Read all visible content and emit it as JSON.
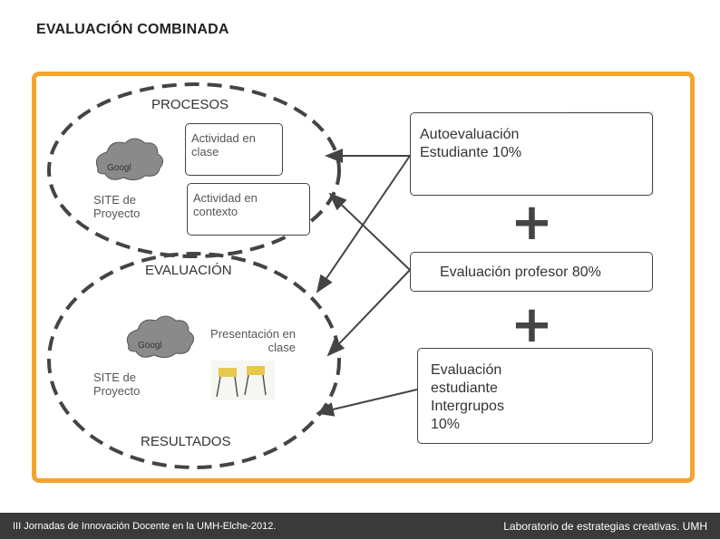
{
  "header": {
    "title": "EVALUACIÓN COMBINADA"
  },
  "diagram": {
    "procesos_label": "PROCESOS",
    "evaluacion_label": "EVALUACIÓN",
    "resultados_label": "RESULTADOS",
    "actividad_clase": "Actividad en clase",
    "actividad_contexto": "Actividad en contexto",
    "presentacion_clase": "Presentación en clase",
    "site_proyecto_top": "SITE de Proyecto",
    "site_proyecto_bottom": "SITE de Proyecto",
    "logo_text_top": "Googl",
    "logo_text_bottom": "Googl"
  },
  "evaluations": {
    "auto": "Autoevaluación Estudiante 10%",
    "profesor": "Evaluación profesor 80%",
    "intergrupos": "Evaluación estudiante Intergrupos 10%",
    "plus": "+"
  },
  "footer": {
    "left": "III Jornadas de Innovación Docente en la UMH-Elche-2012.",
    "right": "Laboratorio de estrategias creativas. UMH"
  },
  "colors": {
    "frame": "#f4a52f",
    "footer_bg": "#3a3a3a",
    "dash": "#444444"
  }
}
